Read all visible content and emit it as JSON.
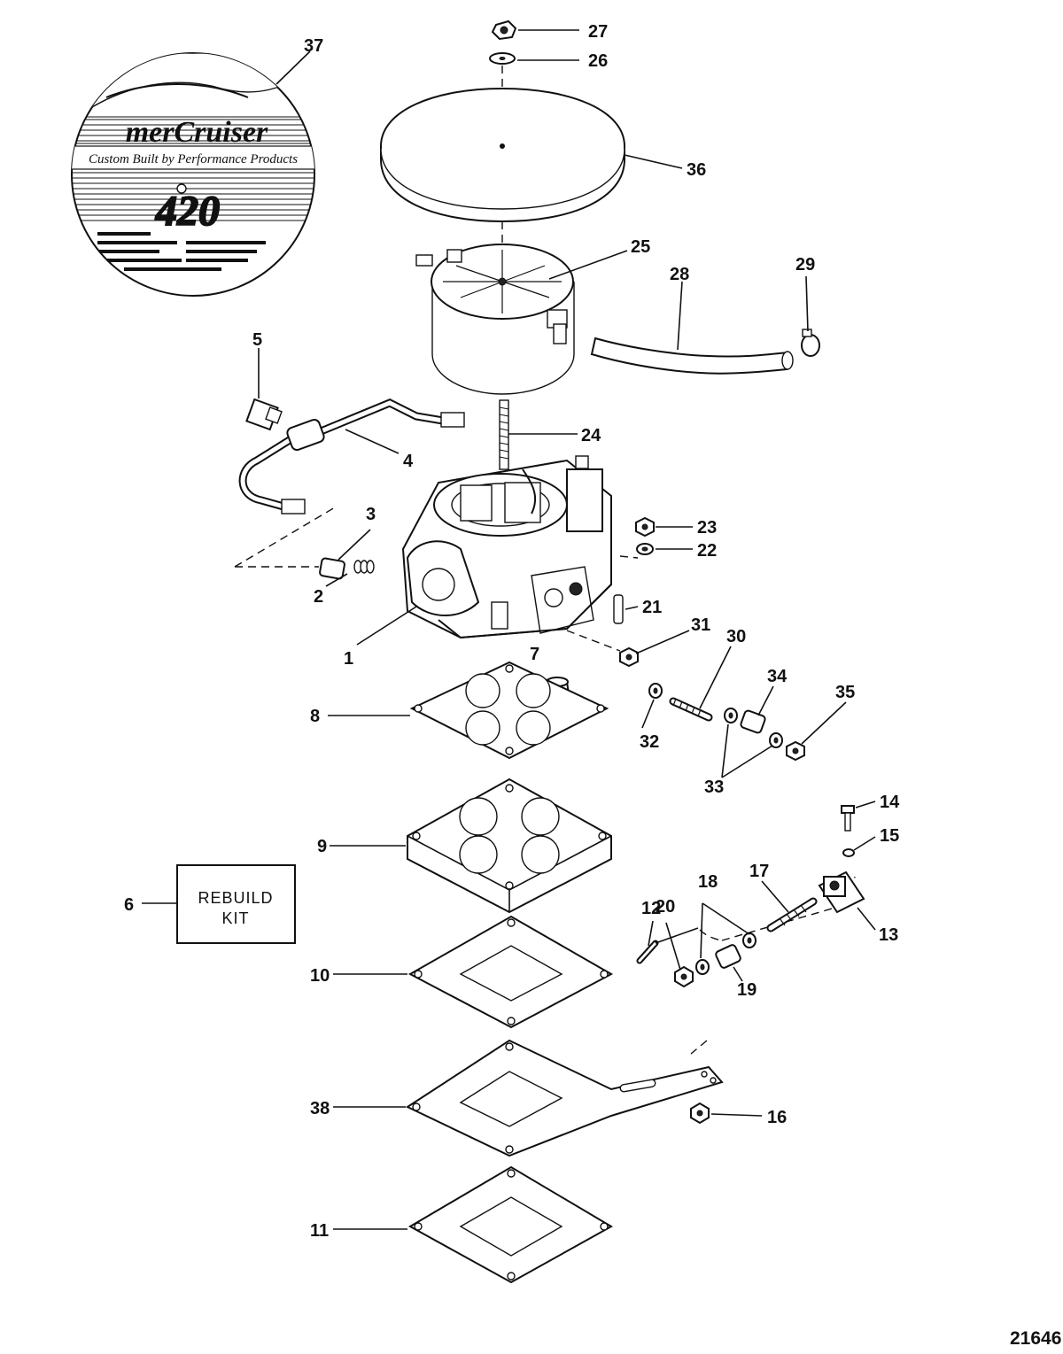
{
  "figure": {
    "number": "21646"
  },
  "badge": {
    "brand": "merCruiser",
    "tagline": "Custom Built by Performance Products",
    "model": "420"
  },
  "rebuild_kit": {
    "line1": "REBUILD",
    "line2": "KIT"
  },
  "callouts": {
    "p1": "1",
    "p2": "2",
    "p3": "3",
    "p4": "4",
    "p5": "5",
    "p6": "6",
    "p7": "7",
    "p8": "8",
    "p9": "9",
    "p10": "10",
    "p11": "11",
    "p12": "12",
    "p13": "13",
    "p14": "14",
    "p15": "15",
    "p16": "16",
    "p17": "17",
    "p18": "18",
    "p19": "19",
    "p20": "20",
    "p21": "21",
    "p22": "22",
    "p23": "23",
    "p24": "24",
    "p25": "25",
    "p26": "26",
    "p27": "27",
    "p28": "28",
    "p29": "29",
    "p30": "30",
    "p31": "31",
    "p32": "32",
    "p33": "33",
    "p34": "34",
    "p35": "35",
    "p36": "36",
    "p37": "37",
    "p38": "38"
  }
}
